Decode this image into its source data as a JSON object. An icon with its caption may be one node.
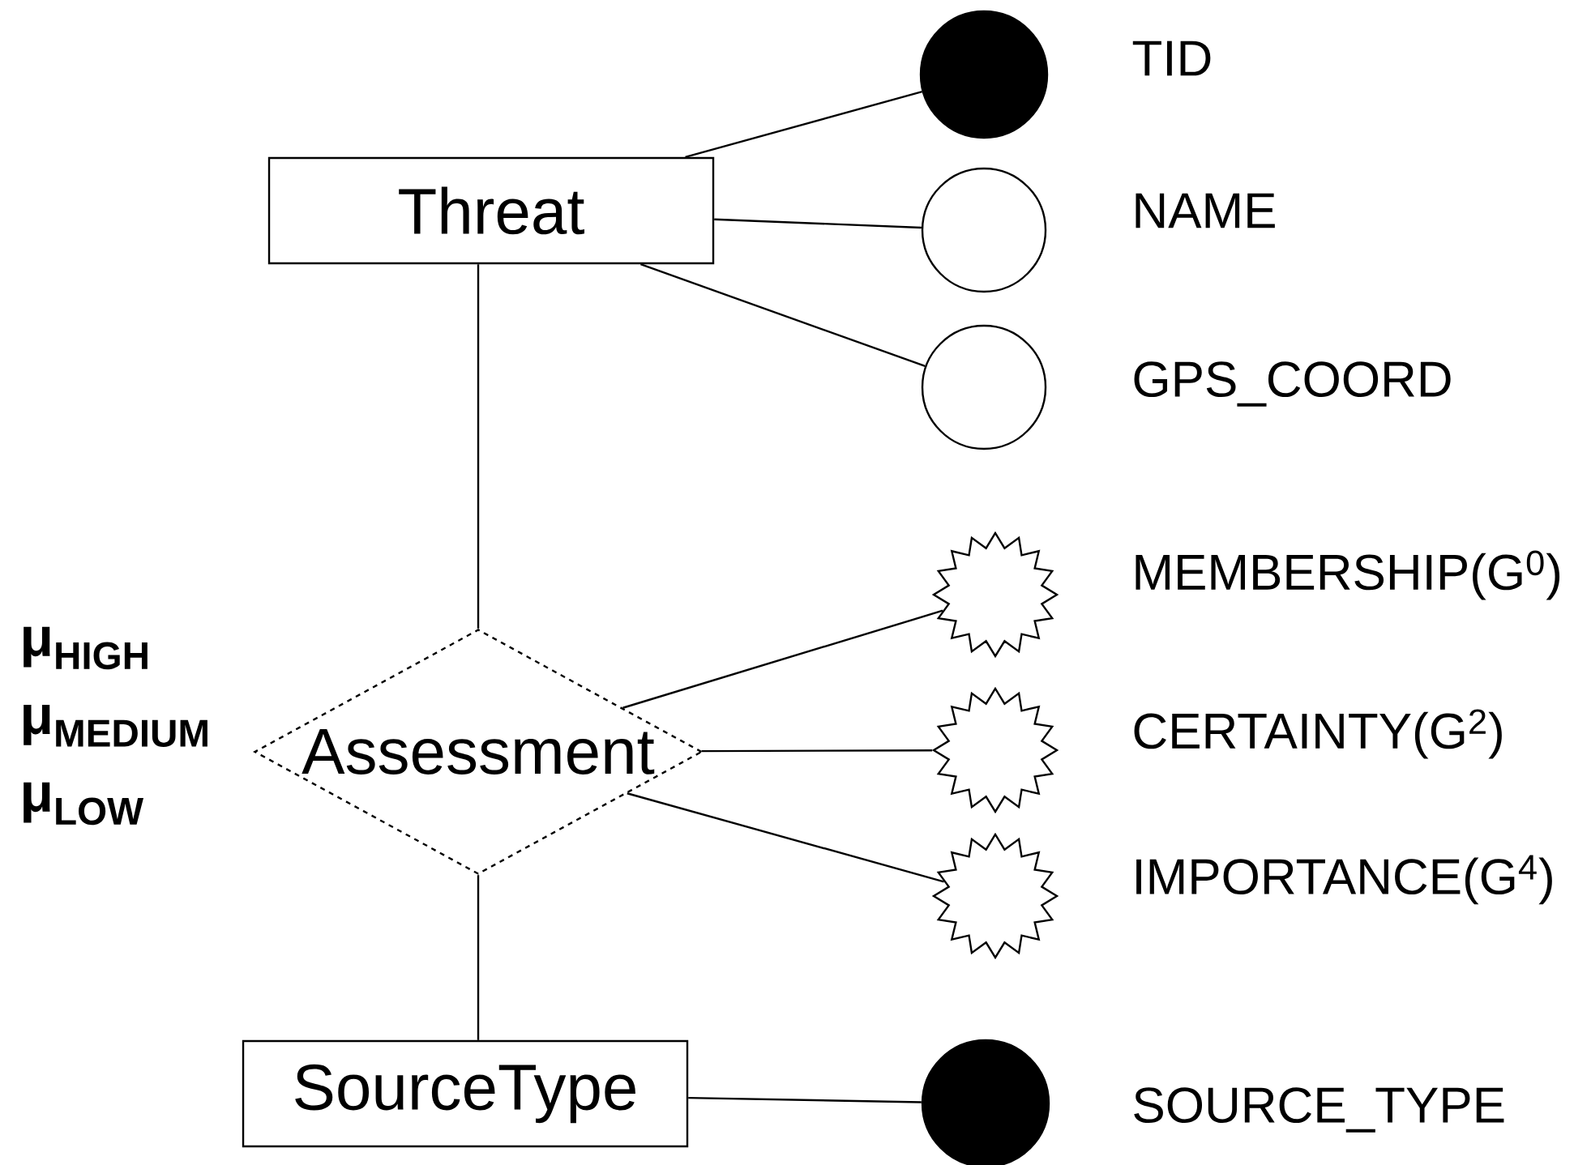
{
  "diagram": {
    "nodes": [
      {
        "text": [
          "Threat"
        ]
      },
      {
        "text": [
          "Assessment"
        ]
      },
      {
        "text": [
          "SourceType"
        ]
      },
      {
        "text": [],
        "shape": "dot",
        "beside": [
          "TID"
        ]
      },
      {
        "text": [],
        "shape": "circle",
        "beside": [
          "NAME"
        ]
      },
      {
        "text": [],
        "shape": "circle",
        "beside": [
          "GPS_COORD"
        ]
      },
      {
        "text": [],
        "shape": "star",
        "beside": [
          "MEMBERSHIP(G$^{0}$)"
        ]
      },
      {
        "text": [],
        "shape": "star",
        "beside": [
          "CERTAINTY(G$^{2}$)"
        ]
      },
      {
        "text": [],
        "shape": "star",
        "beside": [
          "IMPORTANCE(G$^{4}$)"
        ]
      },
      {
        "text": [],
        "shape": "dot",
        "beside": [
          "SOURCE_TYPE"
        ]
      }
    ],
    "edges": [
      {
        "from": 0,
        "to": 3,
        "arrow": "none"
      },
      {
        "from": 0,
        "to": 4,
        "arrow": "none"
      },
      {
        "from": 0,
        "to": 5,
        "arrow": "none"
      },
      {
        "from": 0,
        "to": 1,
        "arrow": "none"
      },
      {
        "from": 1,
        "to": 6,
        "arrow": "none"
      },
      {
        "from": 1,
        "to": 7,
        "arrow": "none"
      },
      {
        "from": 1,
        "to": 8,
        "arrow": "none"
      },
      {
        "from": 1,
        "to": 2,
        "arrow": "none"
      },
      {
        "from": 2,
        "to": 9,
        "arrow": "none"
      }
    ],
    "labels": [
      "μ$_{HIGH}$",
      "μ$_{MEDIUM}$",
      "μ$_{LOW}$"
    ]
  }
}
